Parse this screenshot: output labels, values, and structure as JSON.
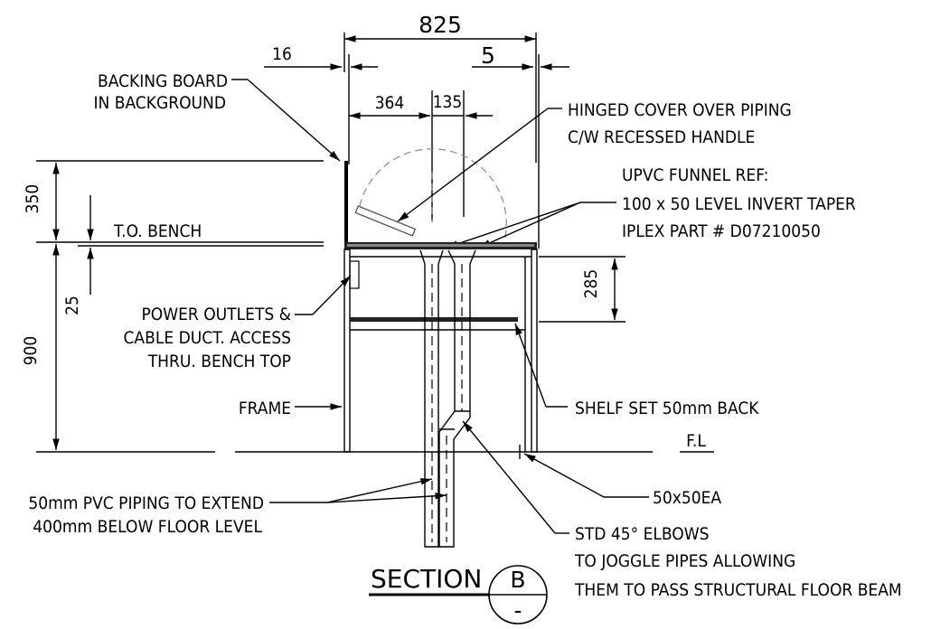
{
  "dimensions": {
    "overall_width": "825",
    "backing_offset": "16",
    "right_offset": "5",
    "centre_to_pipe": "364",
    "pipe_spacing": "135",
    "upstand_height": "350",
    "bench_top_thickness": "25",
    "bench_height": "900",
    "shelf_depth": "285"
  },
  "labels": {
    "backing_board_1": "BACKING BOARD",
    "backing_board_2": "IN BACKGROUND",
    "hinged_cover_1": "HINGED COVER OVER PIPING",
    "hinged_cover_2": "C/W RECESSED HANDLE",
    "funnel_1": "UPVC FUNNEL REF:",
    "funnel_2": "100 x 50 LEVEL INVERT TAPER",
    "funnel_3": "IPLEX PART # D07210050",
    "to_bench": "T.O. BENCH",
    "power_1": "POWER OUTLETS &",
    "power_2": "CABLE DUCT. ACCESS",
    "power_3": "THRU. BENCH TOP",
    "frame": "FRAME",
    "shelf": "SHELF SET 50mm BACK",
    "floor_level": "F.L",
    "angle": "50x50EA",
    "piping_1": "50mm PVC PIPING TO EXTEND",
    "piping_2": "400mm BELOW FLOOR LEVEL",
    "elbows_1": "STD 45° ELBOWS",
    "elbows_2": "TO JOGGLE PIPES ALLOWING",
    "elbows_3": "THEM TO PASS STRUCTURAL FLOOR BEAM"
  },
  "section": {
    "title": "SECTION",
    "letter": "B",
    "sheet": "-"
  }
}
